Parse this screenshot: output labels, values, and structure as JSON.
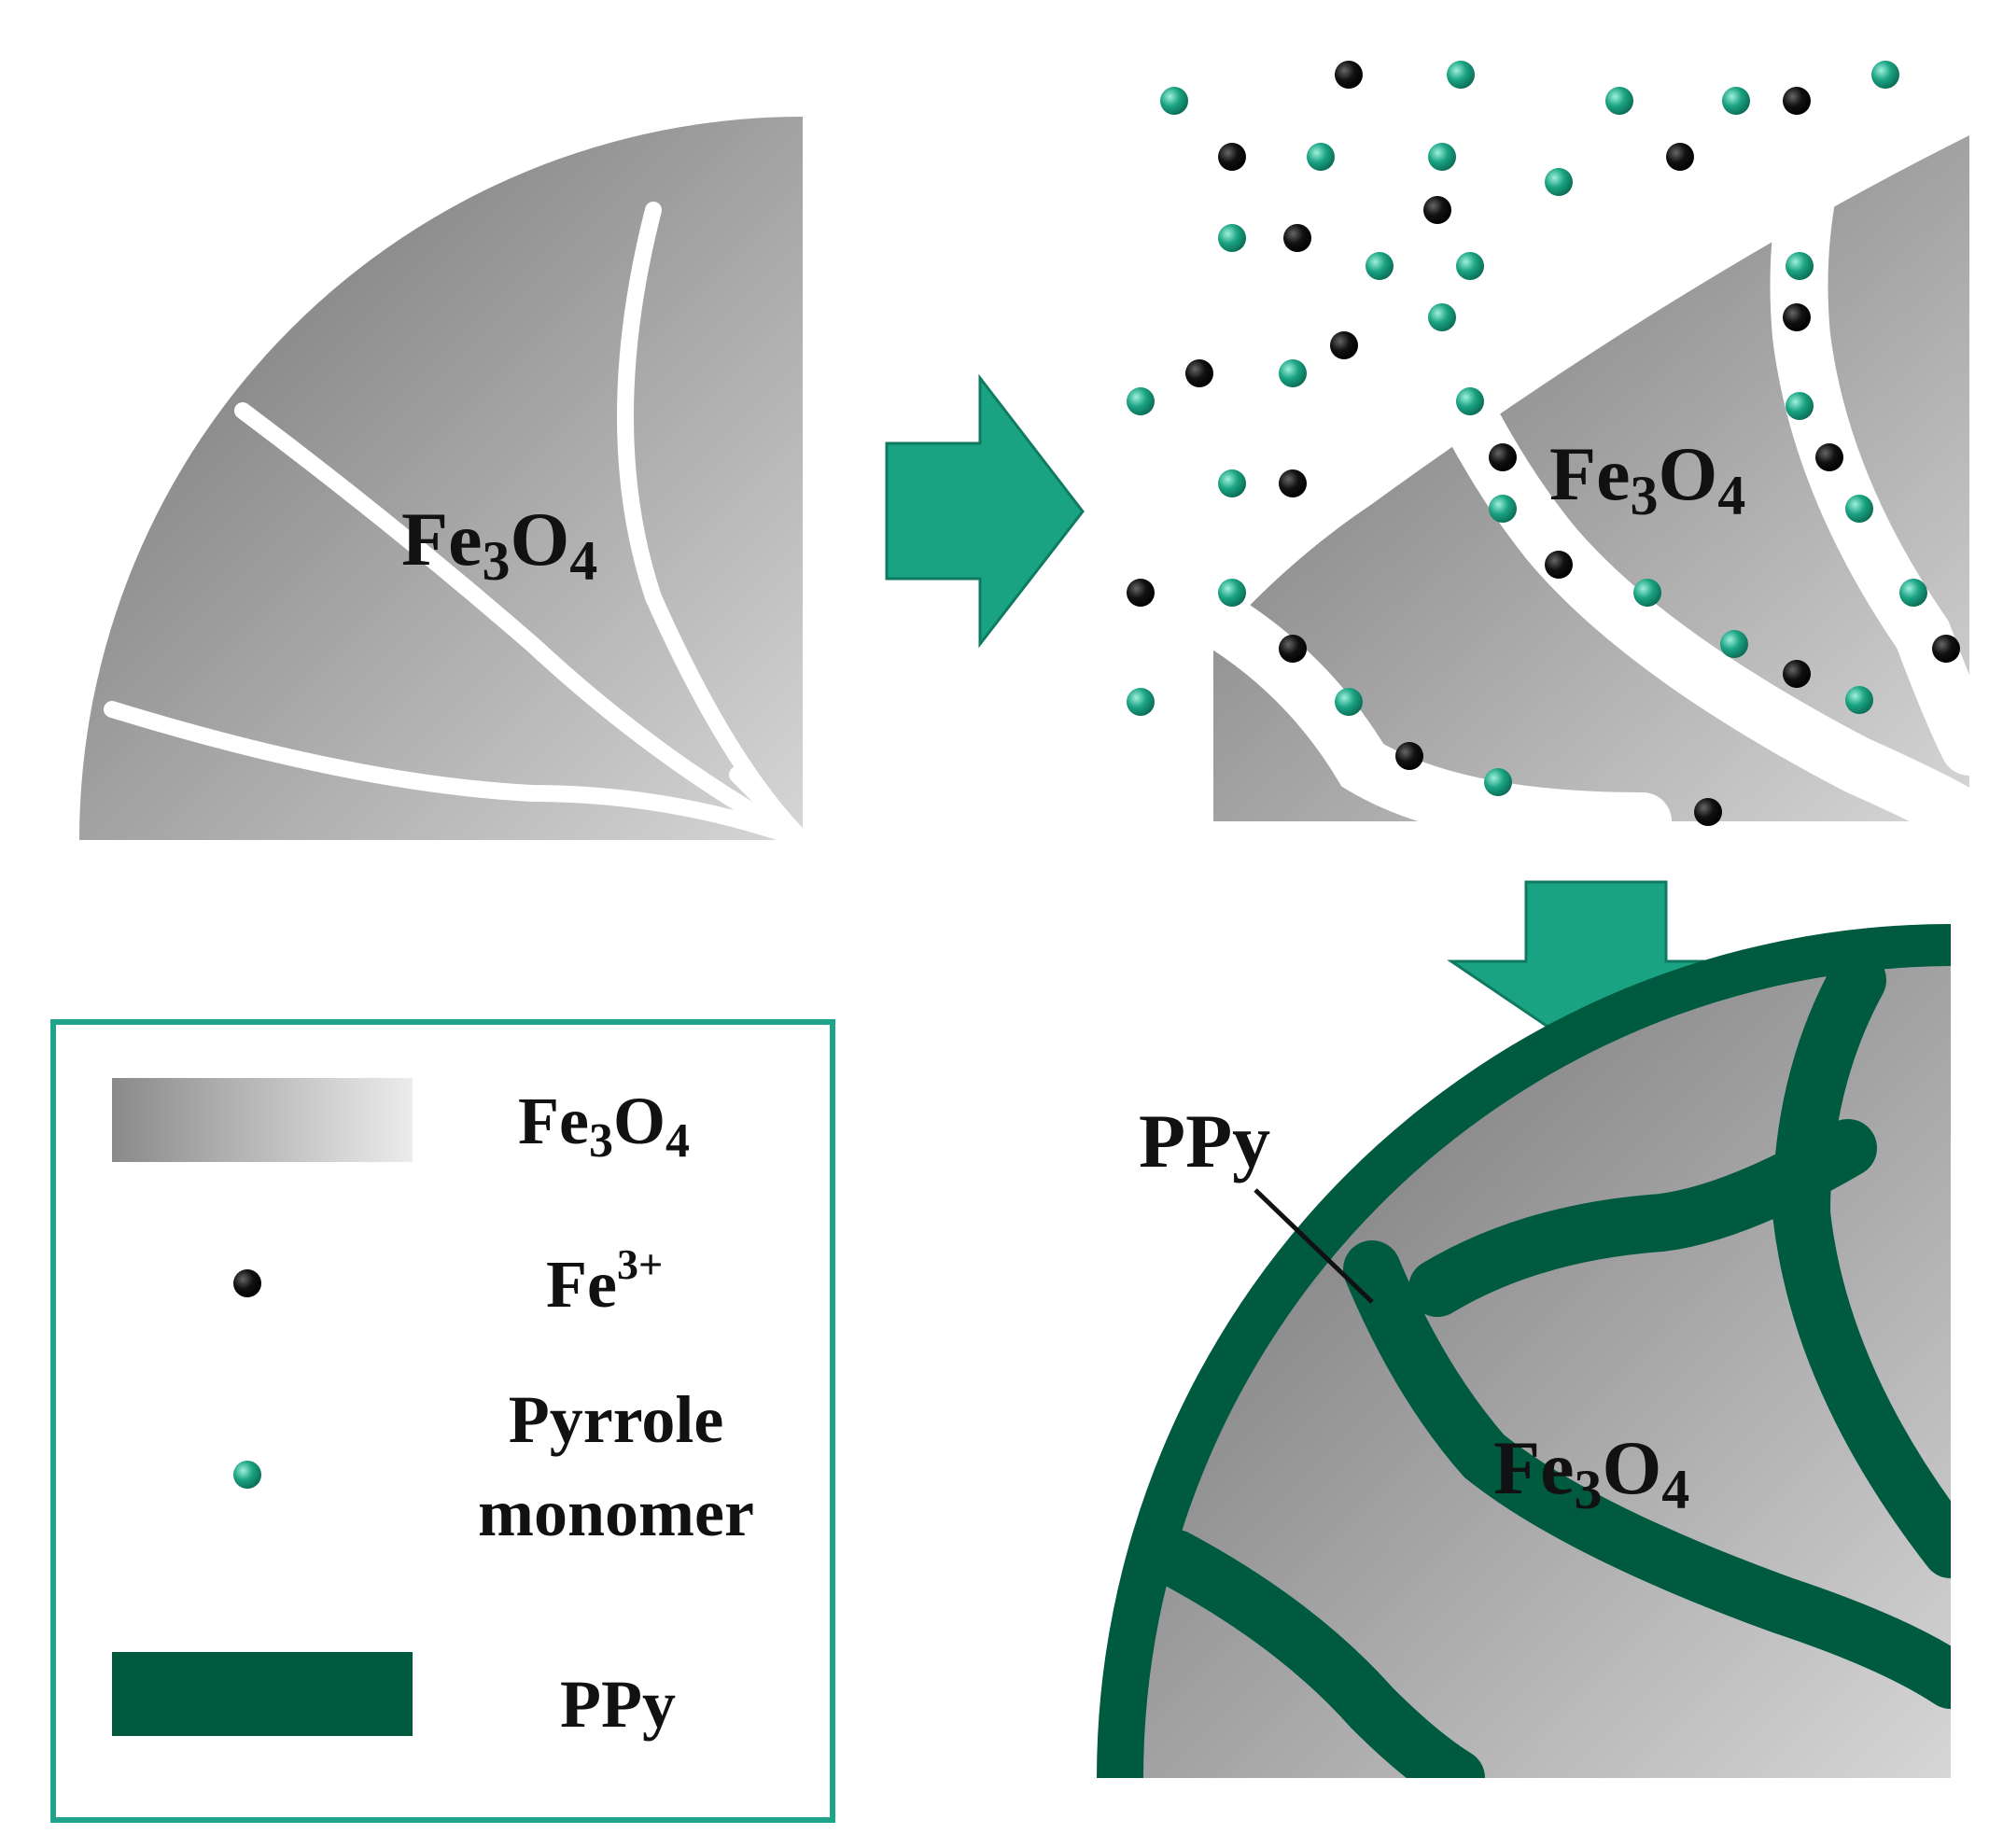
{
  "colors": {
    "fe3o4_dark": "#7a7a7a",
    "fe3o4_light": "#d2d2d2",
    "ppy": "#005a3f",
    "pyrrole": "#1aa383",
    "fe3plus": "#111111",
    "arrow": "#1aa383",
    "legend_border": "#1fa38a"
  },
  "panels": {
    "initial": {
      "core_label": {
        "base": "Fe",
        "sub1": "3",
        "mid": "O",
        "sub2": "4"
      }
    },
    "adsorbed": {
      "core_label": {
        "base": "Fe",
        "sub1": "3",
        "mid": "O",
        "sub2": "4"
      }
    },
    "coated": {
      "core_label": {
        "base": "Fe",
        "sub1": "3",
        "mid": "O",
        "sub2": "4"
      },
      "ppy_callout": "PPy"
    }
  },
  "legend": {
    "items": [
      {
        "key": "fe3o4",
        "icon": "gradient-bar-icon",
        "label": {
          "base": "Fe",
          "sub1": "3",
          "mid": "O",
          "sub2": "4"
        }
      },
      {
        "key": "fe3plus",
        "icon": "black-dot-icon",
        "label": {
          "base": "Fe",
          "sup": "3+"
        }
      },
      {
        "key": "pyrrole",
        "icon": "green-dot-icon",
        "label_lines": [
          "Pyrrole",
          "monomer"
        ]
      },
      {
        "key": "ppy",
        "icon": "dark-green-bar-icon",
        "label": "PPy"
      }
    ]
  }
}
